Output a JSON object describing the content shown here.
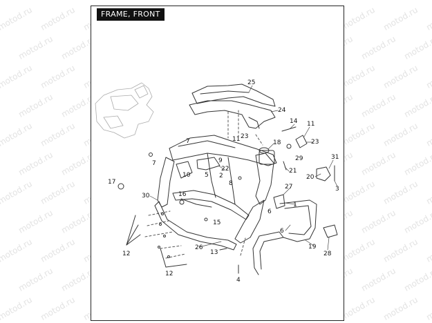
{
  "title": "FRAME, FRONT",
  "watermark": "motod.ru",
  "callouts": [
    {
      "id": "c25",
      "text": "25"
    },
    {
      "id": "c24",
      "text": "24"
    },
    {
      "id": "c14",
      "text": "14"
    },
    {
      "id": "c11a",
      "text": "11"
    },
    {
      "id": "c11b",
      "text": "11"
    },
    {
      "id": "c23a",
      "text": "23"
    },
    {
      "id": "c23b",
      "text": "23"
    },
    {
      "id": "c18",
      "text": "18"
    },
    {
      "id": "c7a",
      "text": "7"
    },
    {
      "id": "c7b",
      "text": "7"
    },
    {
      "id": "c9",
      "text": "9"
    },
    {
      "id": "c22",
      "text": "22"
    },
    {
      "id": "c10",
      "text": "10"
    },
    {
      "id": "c5",
      "text": "5"
    },
    {
      "id": "c2",
      "text": "2"
    },
    {
      "id": "c8",
      "text": "8"
    },
    {
      "id": "c29",
      "text": "29"
    },
    {
      "id": "c21",
      "text": "21"
    },
    {
      "id": "c31",
      "text": "31"
    },
    {
      "id": "c20",
      "text": "20"
    },
    {
      "id": "c3",
      "text": "3"
    },
    {
      "id": "c17",
      "text": "17"
    },
    {
      "id": "c16",
      "text": "16"
    },
    {
      "id": "c30",
      "text": "30"
    },
    {
      "id": "c27",
      "text": "27"
    },
    {
      "id": "c1",
      "text": "1"
    },
    {
      "id": "c6a",
      "text": "6"
    },
    {
      "id": "c6b",
      "text": "6"
    },
    {
      "id": "c15",
      "text": "15"
    },
    {
      "id": "c26",
      "text": "26"
    },
    {
      "id": "c13",
      "text": "13"
    },
    {
      "id": "c19",
      "text": "19"
    },
    {
      "id": "c28",
      "text": "28"
    },
    {
      "id": "c12a",
      "text": "12"
    },
    {
      "id": "c12b",
      "text": "12"
    },
    {
      "id": "c4",
      "text": "4"
    }
  ]
}
